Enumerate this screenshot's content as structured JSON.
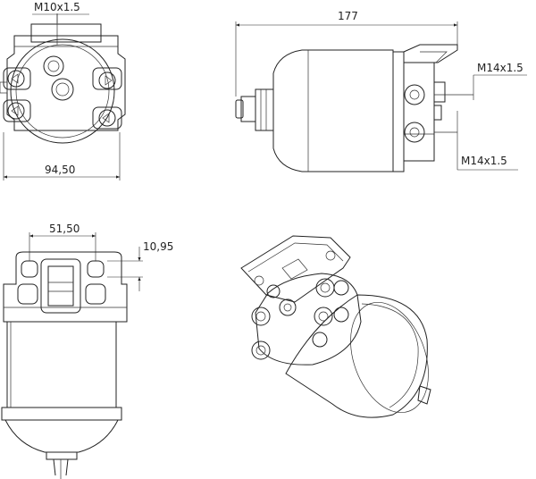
{
  "dimensions": {
    "top_thread": "M10x1.5",
    "overall_length": "177",
    "port_thread_upper": "M14x1.5",
    "port_thread_lower": "M14x1.5",
    "head_width": "94,50",
    "bolt_spacing": "51,50",
    "flange_offset": "10,95"
  }
}
